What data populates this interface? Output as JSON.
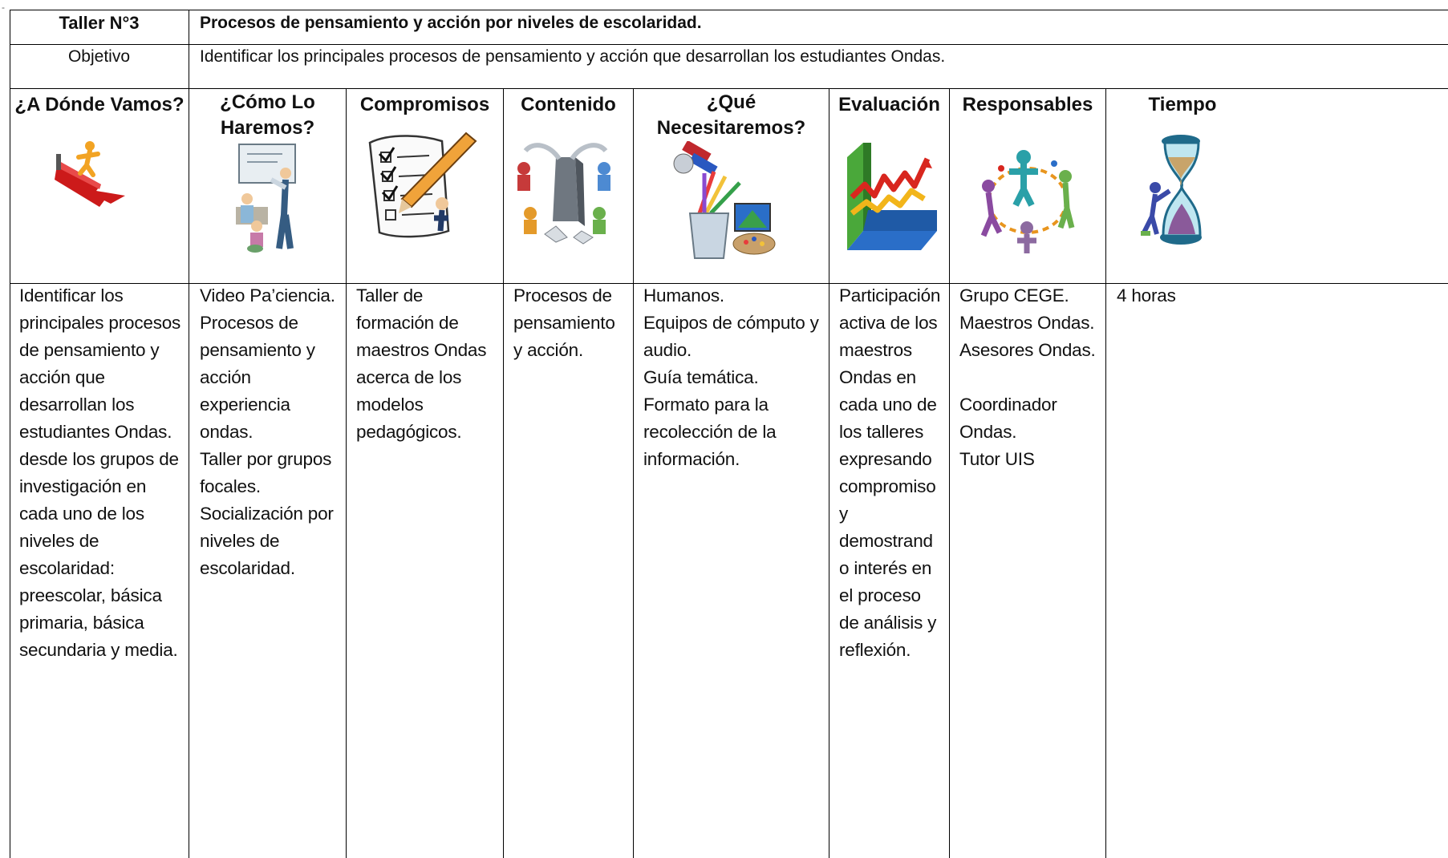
{
  "doc": {
    "corner_mark": "-",
    "taller_label": "Taller N°3",
    "taller_title": "Procesos de pensamiento y acción por niveles de escolaridad.",
    "objetivo_label": "Objetivo",
    "objetivo_text": "Identificar los principales procesos de pensamiento y acción que desarrollan los estudiantes Ondas."
  },
  "columns": [
    {
      "header": "¿A Dónde Vamos?",
      "icon": "runner-on-red-arrow-icon",
      "body": "Identificar los\nprincipales procesos\nde pensamiento y\nacción que\ndesarrollan los\nestudiantes Ondas.\ndesde los grupos de\ninvestigación en\ncada uno de los\nniveles de\nescolaridad:\npreescolar, básica\nprimaria, básica\nsecundaria y media."
    },
    {
      "header": "¿Cómo Lo\nHaremos?",
      "icon": "teacher-classroom-icon",
      "body": "Video Pa’ciencia.\nProcesos de\npensamiento y\nacción\nexperiencia\nondas.\nTaller por grupos\nfocales.\nSocialización por\nniveles de\nescolaridad."
    },
    {
      "header": "Compromisos",
      "icon": "checklist-pencil-icon",
      "body": "Taller de\nformación de\nmaestros Ondas\nacerca de los\nmodelos\npedagógicos."
    },
    {
      "header": "Contenido",
      "icon": "network-people-icon",
      "body": "Procesos de\npensamiento\ny acción."
    },
    {
      "header": "¿Qué\nNecesitaremos?",
      "icon": "art-supplies-cup-icon",
      "body": "Humanos.\nEquipos de  cómputo y\naudio.\nGuía temática.\nFormato para la\nrecolección de la\ninformación."
    },
    {
      "header": "Evaluación",
      "icon": "growth-chart-icon",
      "body": "Participación\nactiva  de los\nmaestros\nOndas en\ncada uno de\nlos talleres\nexpresando\ncompromiso\ny\ndemostrand\no interés en\nel proceso\nde análisis y\nreflexión."
    },
    {
      "header": "Responsables",
      "icon": "team-circle-icon",
      "body": "Grupo CEGE.\nMaestros Ondas.\nAsesores Ondas.\n\nCoordinador\nOndas.\n Tutor UIS"
    },
    {
      "header": "Tiempo",
      "icon": "hourglass-icon",
      "body": "4 horas"
    }
  ]
}
